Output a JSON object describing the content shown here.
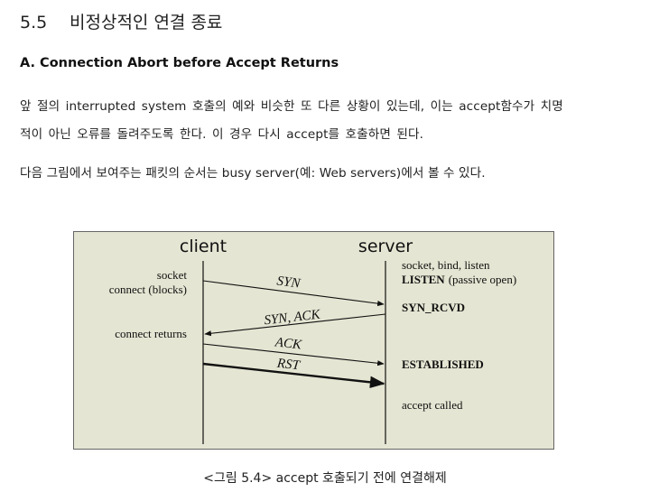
{
  "section": {
    "number": "5.5",
    "title": "비정상적인 연결 종료"
  },
  "subsection": {
    "title": "A. Connection Abort before Accept Returns"
  },
  "paragraphs": {
    "p1_line1": "앞 절의 interrupted system 호출의 예와 비슷한 또 다른 상황이 있는데, 이는 accept함수가 치명",
    "p1_line2": "적이 아닌 오류를 돌려주도록 한다. 이 경우 다시 accept를 호출하면 된다.",
    "p2": "다음 그림에서 보여주는 패킷의 순서는 busy server(예: Web servers)에서 볼 수 있다."
  },
  "figure": {
    "client_header": "client",
    "server_header": "server",
    "client_labels": {
      "socket": "socket",
      "connect": "connect (blocks)",
      "connect_returns": "connect returns"
    },
    "server_labels": {
      "setup": "socket, bind, listen",
      "listen_bold": "LISTEN",
      "listen_note": "(passive open)",
      "syn_rcvd": "SYN_RCVD",
      "established": "ESTABLISHED",
      "accept_called": "accept called"
    },
    "messages": {
      "syn": "SYN",
      "synack": "SYN, ACK",
      "ack": "ACK",
      "rst": "RST"
    },
    "caption": "<그림 5.4> accept 호출되기 전에 연결해제"
  },
  "colors": {
    "figure_background": "#e5e5d3",
    "figure_border": "#666666"
  }
}
